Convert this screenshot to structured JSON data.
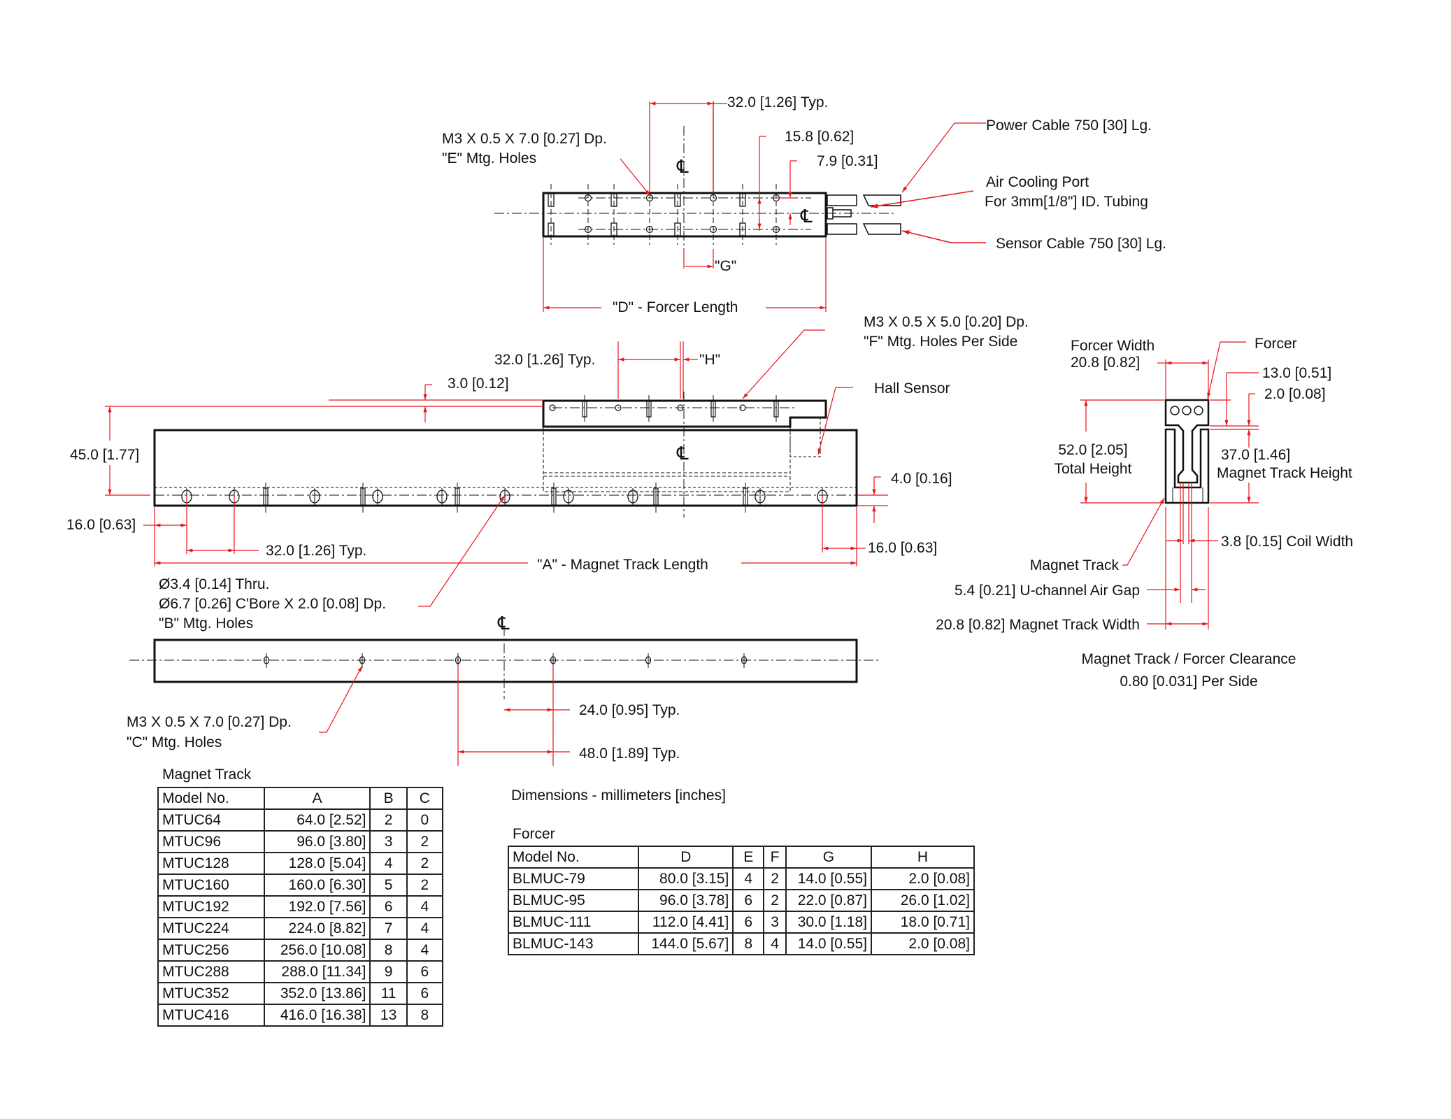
{
  "notes": {
    "units": "Dimensions - millimeters [inches]"
  },
  "forcer_top_view": {
    "hole_spacing": "32.0 [1.26] Typ.",
    "e_holes_line1": "M3 X 0.5 X 7.0 [0.27] Dp.",
    "e_holes_line2": "\"E\" Mtg. Holes",
    "dim_15_8": "15.8 [0.62]",
    "dim_7_9": "7.9 [0.31]",
    "power_cable": "Power Cable 750 [30] Lg.",
    "air_port_line1": "Air Cooling Port",
    "air_port_line2": "For 3mm[1/8\"] ID. Tubing",
    "sensor_cable": "Sensor Cable 750 [30] Lg.",
    "g_label": "\"G\"",
    "d_label": "\"D\" - Forcer Length",
    "centerline": "℄"
  },
  "side_view": {
    "f_holes_line1": "M3 X 0.5 X 5.0 [0.20] Dp.",
    "f_holes_line2": "\"F\" Mtg. Holes Per Side",
    "hole_spacing": "32.0 [1.26] Typ.",
    "h_label": "\"H\"",
    "dim_3_0": "3.0 [0.12]",
    "hall_sensor": "Hall Sensor",
    "dim_45_0": "45.0 [1.77]",
    "dim_4_0": "4.0 [0.16]",
    "dim_16_0_left": "16.0 [0.63]",
    "dim_16_0_right": "16.0 [0.63]",
    "track_spacing": "32.0 [1.26] Typ.",
    "a_label": "\"A\" - Magnet Track Length",
    "b_holes_line1": "Ø3.4 [0.14] Thru.",
    "b_holes_line2": "Ø6.7 [0.26] C'Bore X 2.0 [0.08] Dp.",
    "b_holes_line3": "\"B\"  Mtg. Holes",
    "centerline": "℄"
  },
  "track_bottom_view": {
    "c_holes_line1": "M3 X 0.5 X 7.0 [0.27] Dp.",
    "c_holes_line2": "\"C\"  Mtg. Holes",
    "dim_24_0": "24.0 [0.95] Typ.",
    "dim_48_0": "48.0 [1.89] Typ.",
    "centerline": "℄"
  },
  "end_view": {
    "forcer_width_line1": "Forcer Width",
    "forcer_width_line2": "20.8 [0.82]",
    "forcer": "Forcer",
    "dim_13_0": "13.0 [0.51]",
    "dim_2_0": "2.0 [0.08]",
    "total_height_line1": "52.0 [2.05]",
    "total_height_line2": "Total Height",
    "track_height_line1": "37.0 [1.46]",
    "track_height_line2": "Magnet Track Height",
    "coil_width": "3.8 [0.15] Coil Width",
    "magnet_track": "Magnet Track",
    "air_gap": "5.4 [0.21] U-channel Air Gap",
    "track_width": "20.8 [0.82] Magnet Track Width",
    "clearance_line1": "Magnet Track / Forcer Clearance",
    "clearance_line2": "0.80 [0.031] Per Side"
  },
  "magnet_track_table": {
    "title": "Magnet Track",
    "headers": [
      "Model No.",
      "A",
      "B",
      "C"
    ],
    "rows": [
      [
        "MTUC64",
        "64.0   [2.52]",
        "2",
        "0"
      ],
      [
        "MTUC96",
        "96.0   [3.80]",
        "3",
        "2"
      ],
      [
        "MTUC128",
        "128.0   [5.04]",
        "4",
        "2"
      ],
      [
        "MTUC160",
        "160.0   [6.30]",
        "5",
        "2"
      ],
      [
        "MTUC192",
        "192.0   [7.56]",
        "6",
        "4"
      ],
      [
        "MTUC224",
        "224.0   [8.82]",
        "7",
        "4"
      ],
      [
        "MTUC256",
        "256.0 [10.08]",
        "8",
        "4"
      ],
      [
        "MTUC288",
        "288.0 [11.34]",
        "9",
        "6"
      ],
      [
        "MTUC352",
        "352.0 [13.86]",
        "11",
        "6"
      ],
      [
        "MTUC416",
        "416.0 [16.38]",
        "13",
        "8"
      ]
    ]
  },
  "forcer_table": {
    "title": "Forcer",
    "headers": [
      "Model No.",
      "D",
      "E",
      "F",
      "G",
      "H"
    ],
    "rows": [
      [
        "BLMUC-79",
        "80.0 [3.15]",
        "4",
        "2",
        "14.0 [0.55]",
        "2.0 [0.08]"
      ],
      [
        "BLMUC-95",
        "96.0 [3.78]",
        "6",
        "2",
        "22.0 [0.87]",
        "26.0 [1.02]"
      ],
      [
        "BLMUC-111",
        "112.0 [4.41]",
        "6",
        "3",
        "30.0 [1.18]",
        "18.0 [0.71]"
      ],
      [
        "BLMUC-143",
        "144.0 [5.67]",
        "8",
        "4",
        "14.0 [0.55]",
        "2.0 [0.08]"
      ]
    ]
  },
  "colors": {
    "outline": "#111111",
    "dimension": "#e8141c"
  }
}
